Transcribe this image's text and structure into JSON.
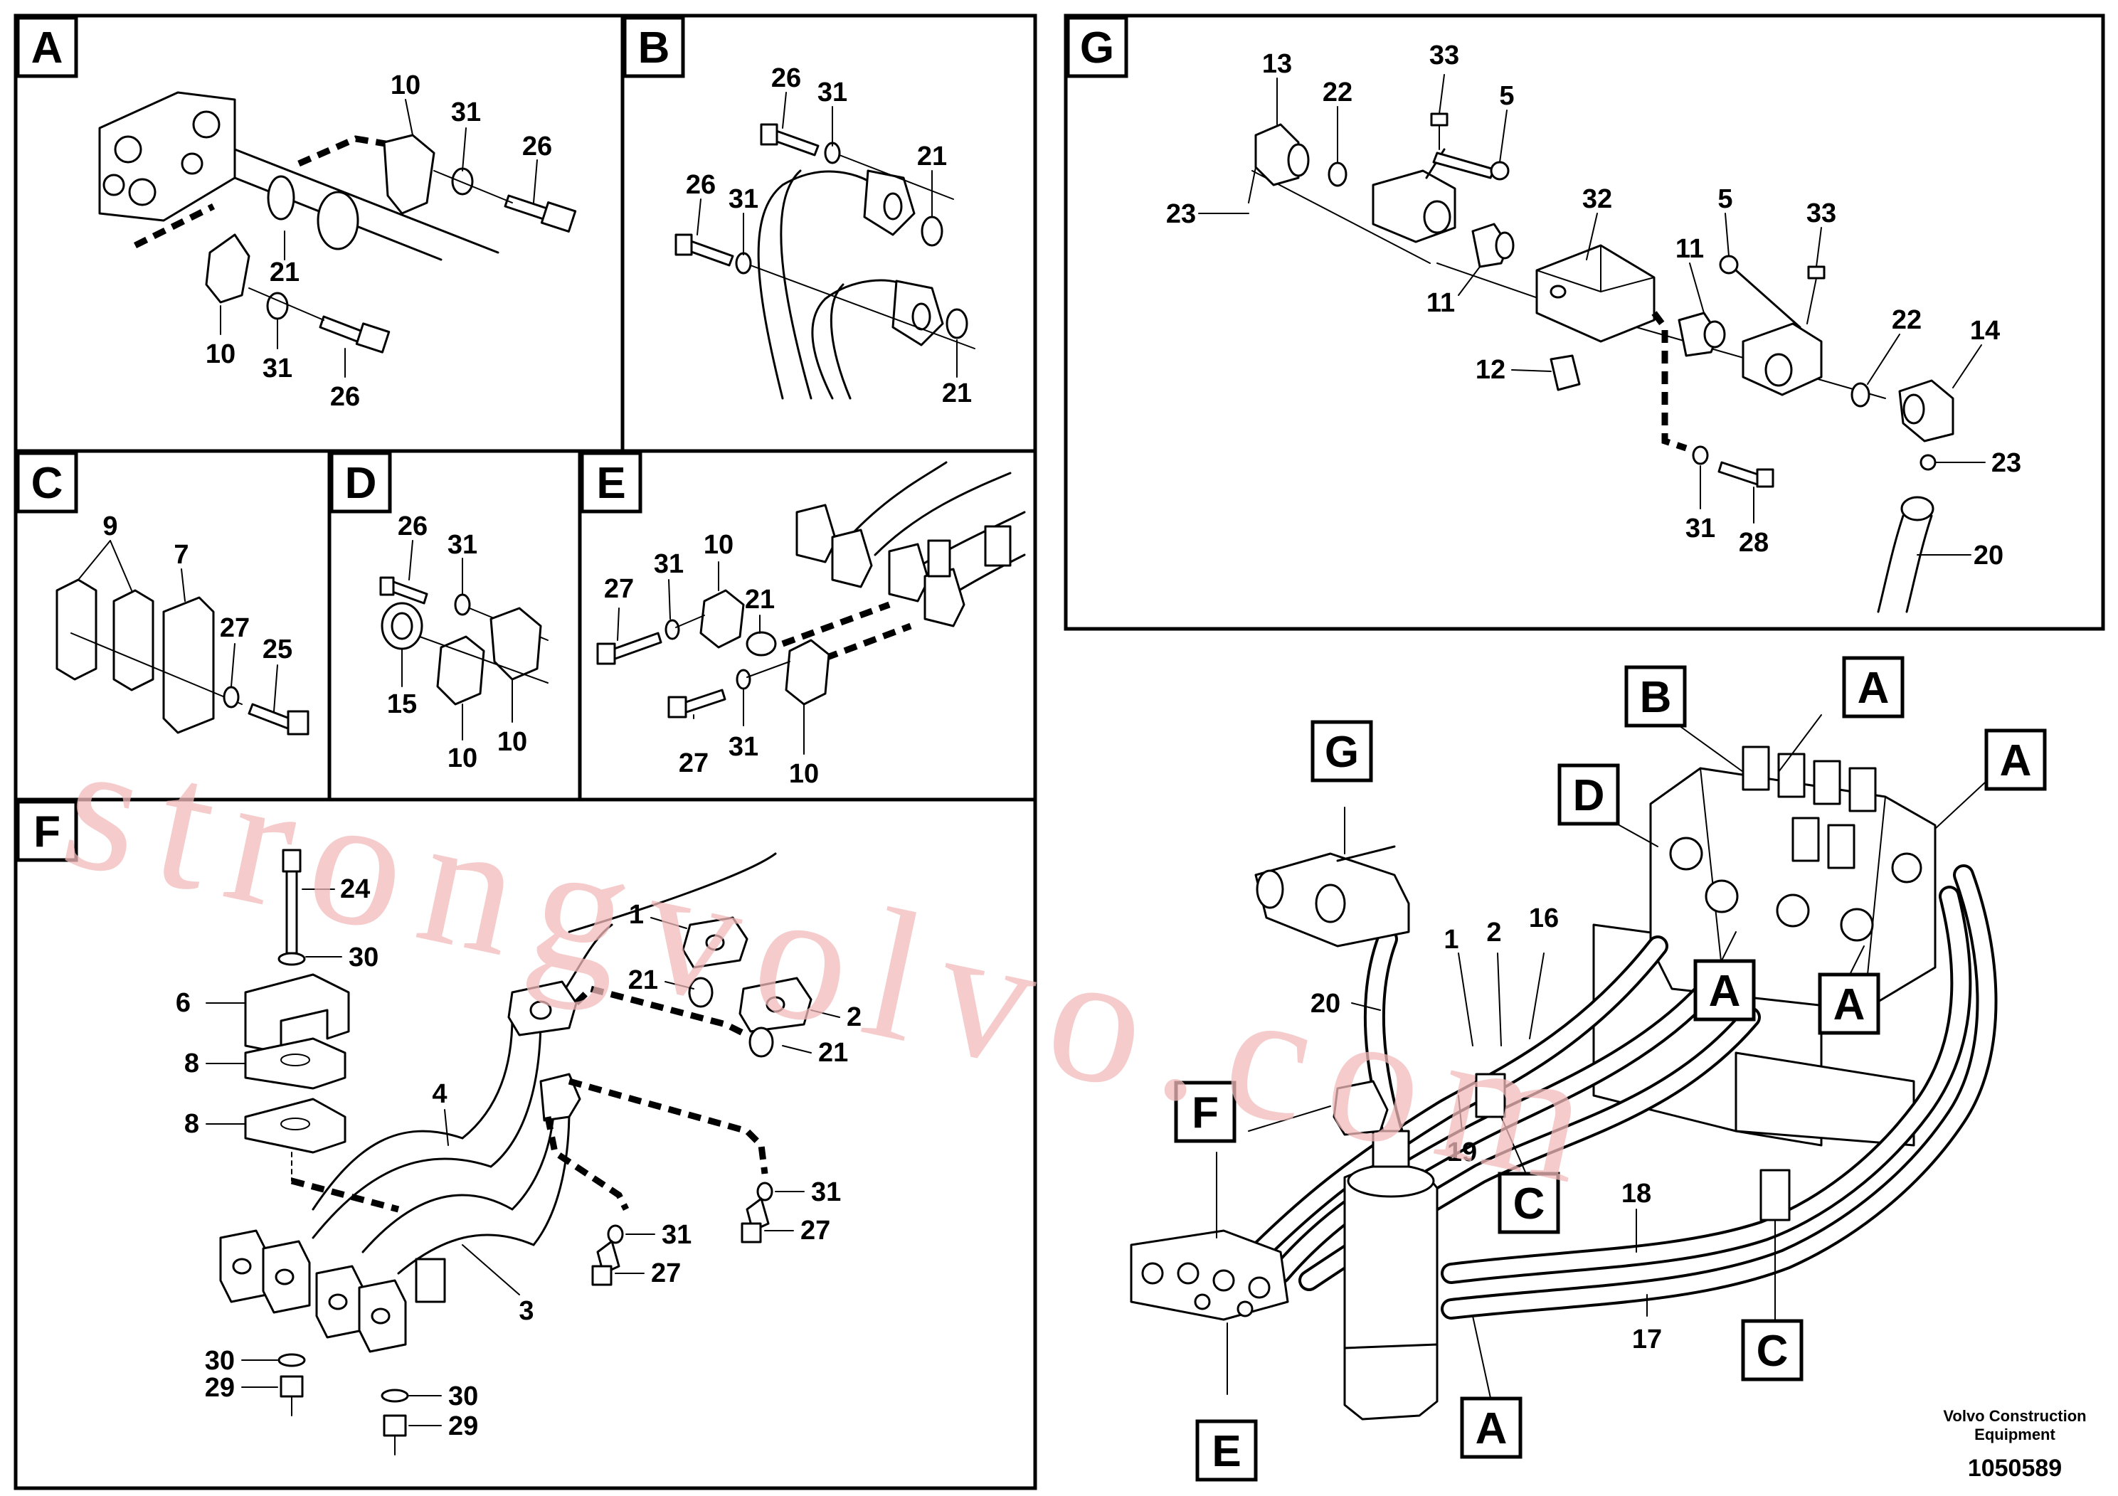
{
  "panels": {
    "A": {
      "label": "A",
      "callouts": {
        "c10a": "10",
        "c31a": "31",
        "c26a": "26",
        "c21": "21",
        "c10b": "10",
        "c31b": "31",
        "c26b": "26"
      }
    },
    "B": {
      "label": "B",
      "callouts": {
        "c26a": "26",
        "c31a": "31",
        "c21a": "21",
        "c26b": "26",
        "c31b": "31",
        "c21b": "21"
      }
    },
    "C": {
      "label": "C",
      "callouts": {
        "c9": "9",
        "c7": "7",
        "c27": "27",
        "c25": "25"
      }
    },
    "D": {
      "label": "D",
      "callouts": {
        "c26": "26",
        "c31": "31",
        "c15": "15",
        "c10a": "10",
        "c10b": "10"
      }
    },
    "E": {
      "label": "E",
      "callouts": {
        "c27a": "27",
        "c31a": "31",
        "c10a": "10",
        "c21": "21",
        "c27b": "27",
        "c31b": "31",
        "c10b": "10"
      }
    },
    "F": {
      "label": "F",
      "callouts": {
        "c24": "24",
        "c30a": "30",
        "c6": "6",
        "c8a": "8",
        "c8b": "8",
        "c4": "4",
        "c1": "1",
        "c21a": "21",
        "c2": "2",
        "c21b": "21",
        "c3": "3",
        "c31a": "31",
        "c27a": "27",
        "c31b": "31",
        "c27b": "27",
        "c30b": "30",
        "c29a": "29",
        "c30c": "30",
        "c29b": "29"
      }
    },
    "G": {
      "label": "G",
      "callouts": {
        "c13": "13",
        "c22a": "22",
        "c33a": "33",
        "c5a": "5",
        "c23a": "23",
        "c32": "32",
        "c11a": "11",
        "c11b": "11",
        "c5b": "5",
        "c33b": "33",
        "c12": "12",
        "c22b": "22",
        "c14": "14",
        "c23b": "23",
        "c31": "31",
        "c28": "28",
        "c20": "20"
      }
    }
  },
  "overview": {
    "refs": {
      "G": "G",
      "B": "B",
      "A1": "A",
      "D": "D",
      "A2": "A",
      "A3": "A",
      "A4": "A",
      "F": "F",
      "C1": "C",
      "C2": "C",
      "E": "E",
      "A5": "A"
    },
    "callouts": {
      "c1": "1",
      "c2": "2",
      "c16": "16",
      "c20": "20",
      "c19": "19",
      "c18": "18",
      "c17": "17"
    }
  },
  "footer": {
    "company_line1": "Volvo Construction",
    "company_line2": "Equipment",
    "doc_number": "1050589"
  },
  "watermark": "strongvolvo.com"
}
